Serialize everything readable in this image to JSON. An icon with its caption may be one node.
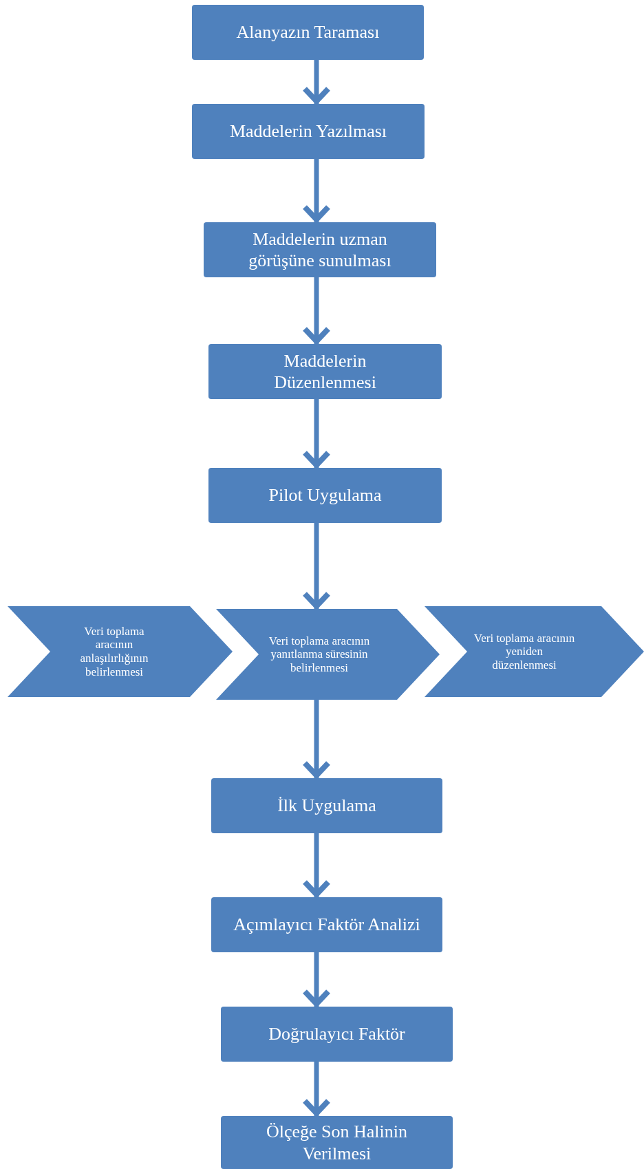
{
  "diagram": {
    "nodes": [
      {
        "text": [
          "Alanyazın Taraması"
        ]
      },
      {
        "text": [
          "Maddelerin Yazılması"
        ]
      },
      {
        "text": [
          "Maddelerin uzman görüşüne sunulması"
        ]
      },
      {
        "text": [
          "Maddelerin Düzenlenmesi"
        ]
      },
      {
        "text": [
          "Pilot Uygulama"
        ]
      },
      {
        "text": [
          "Veri toplama aracının anlaşılırlığının belirlenmesi"
        ]
      },
      {
        "text": [
          "Veri toplama aracının yanıtlanma süresinin belirlenmesi"
        ]
      },
      {
        "text": [
          "Veri toplama aracının yeniden düzenlenmesi"
        ]
      },
      {
        "text": [
          "İlk Uygulama"
        ]
      },
      {
        "text": [
          "Açımlayıcı Faktör Analizi"
        ]
      },
      {
        "text": [
          "Doğrulayıcı Faktör"
        ]
      },
      {
        "text": [
          "Ölçeğe Son Halinin Verilmesi"
        ]
      }
    ],
    "edges": [
      {
        "from": 0,
        "to": 1,
        "arrow": "to"
      },
      {
        "from": 1,
        "to": 2,
        "arrow": "to"
      },
      {
        "from": 2,
        "to": 3,
        "arrow": "to"
      },
      {
        "from": 3,
        "to": 4,
        "arrow": "to"
      },
      {
        "from": 4,
        "to": 6,
        "arrow": "to"
      },
      {
        "from": 6,
        "to": 8,
        "arrow": "to"
      },
      {
        "from": 8,
        "to": 9,
        "arrow": "to"
      },
      {
        "from": 9,
        "to": 10,
        "arrow": "to"
      },
      {
        "from": 10,
        "to": 11,
        "arrow": "to"
      }
    ]
  }
}
